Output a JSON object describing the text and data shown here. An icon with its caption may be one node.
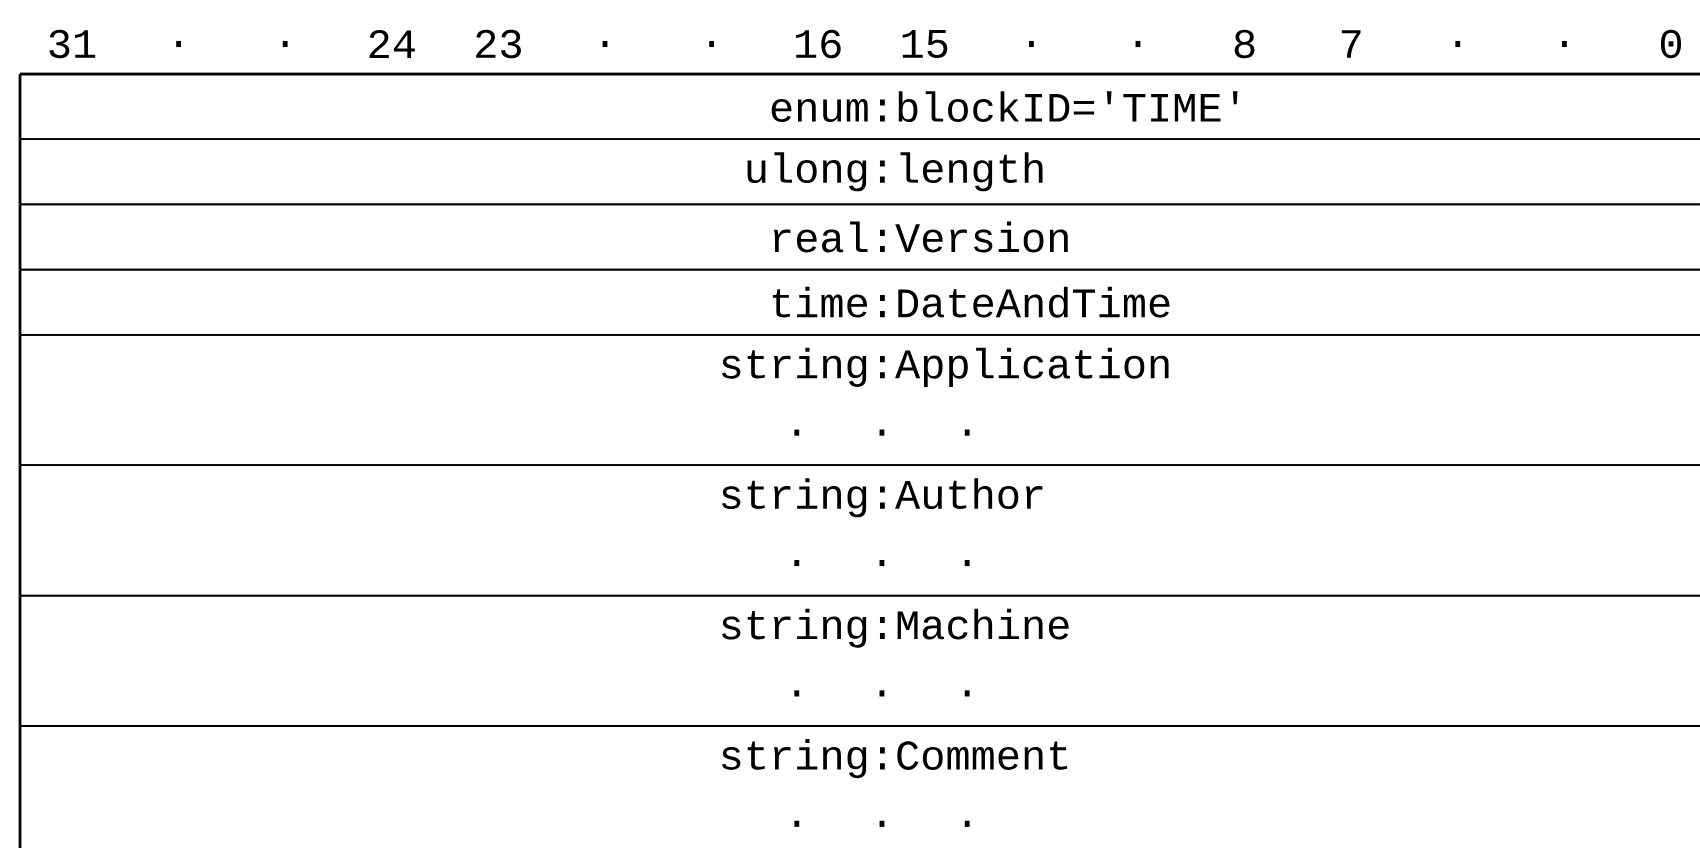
{
  "diagram": {
    "nodes": [
      {
        "text": [
          "enum:blockID='TIME'"
        ]
      },
      {
        "text": [
          "ulong:length"
        ]
      },
      {
        "text": [
          "real:Version"
        ]
      },
      {
        "text": [
          "time:DateAndTime"
        ]
      },
      {
        "text": [
          "string:Application",
          ". . ."
        ]
      },
      {
        "text": [
          "string:Author",
          ". . ."
        ]
      },
      {
        "text": [
          "string:Machine",
          ". . ."
        ]
      },
      {
        "text": [
          "string:Comment",
          ". . ."
        ]
      }
    ],
    "labels": [
      "31",
      ".",
      ".",
      "24",
      "23",
      ".",
      ".",
      "16",
      "15",
      ".",
      ".",
      "8",
      "7",
      ".",
      ".",
      "0"
    ]
  }
}
